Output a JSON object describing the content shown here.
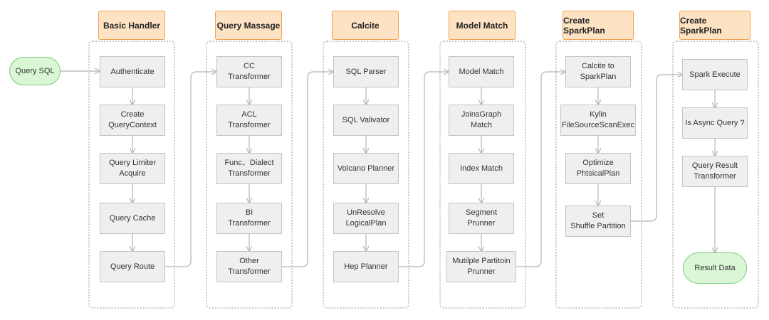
{
  "start": "Query SQL",
  "end": "Result Data",
  "stages": [
    {
      "title": "Basic Handler",
      "steps": [
        "Authenticate",
        "Create\nQueryContext",
        "Query Limiter\nAcquire",
        "Query Cache",
        "Query Route"
      ]
    },
    {
      "title": "Query Massage",
      "steps": [
        "CC\nTransformer",
        "ACL\nTransformer",
        "Func、Dialect\nTransformer",
        "BI\nTransformer",
        "Other\nTransformer"
      ]
    },
    {
      "title": "Calcite",
      "steps": [
        "SQL Parser",
        "SQL Valivator",
        "Volcano Planner",
        "UnResolve\nLogicalPlan",
        "Hep Planner"
      ]
    },
    {
      "title": "Model Match",
      "steps": [
        "Model Match",
        "JoinsGraph\nMatch",
        "Index Match",
        "Segment\nPrunner",
        "Mutilple Partitoin\nPrunner"
      ]
    },
    {
      "title": "Create SparkPlan",
      "steps": [
        "Calcite to\nSparkPlan",
        "Kylin\nFileSourceScanExec",
        "Optimize\nPhtsicalPlan",
        "Set\nShuffle Partition"
      ]
    },
    {
      "title": "Create SparkPlan",
      "steps": [
        "Spark Execute",
        "Is Async Query ?",
        "Query Result\nTransformer"
      ]
    }
  ],
  "colors": {
    "header_fill": "#fde3c4",
    "header_border": "#f1a050",
    "step_fill": "#efefef",
    "step_border": "#c4c4c4",
    "terminal_fill": "#d9f7d5",
    "terminal_border": "#7cc97a",
    "arrow": "#b5b5b5"
  }
}
